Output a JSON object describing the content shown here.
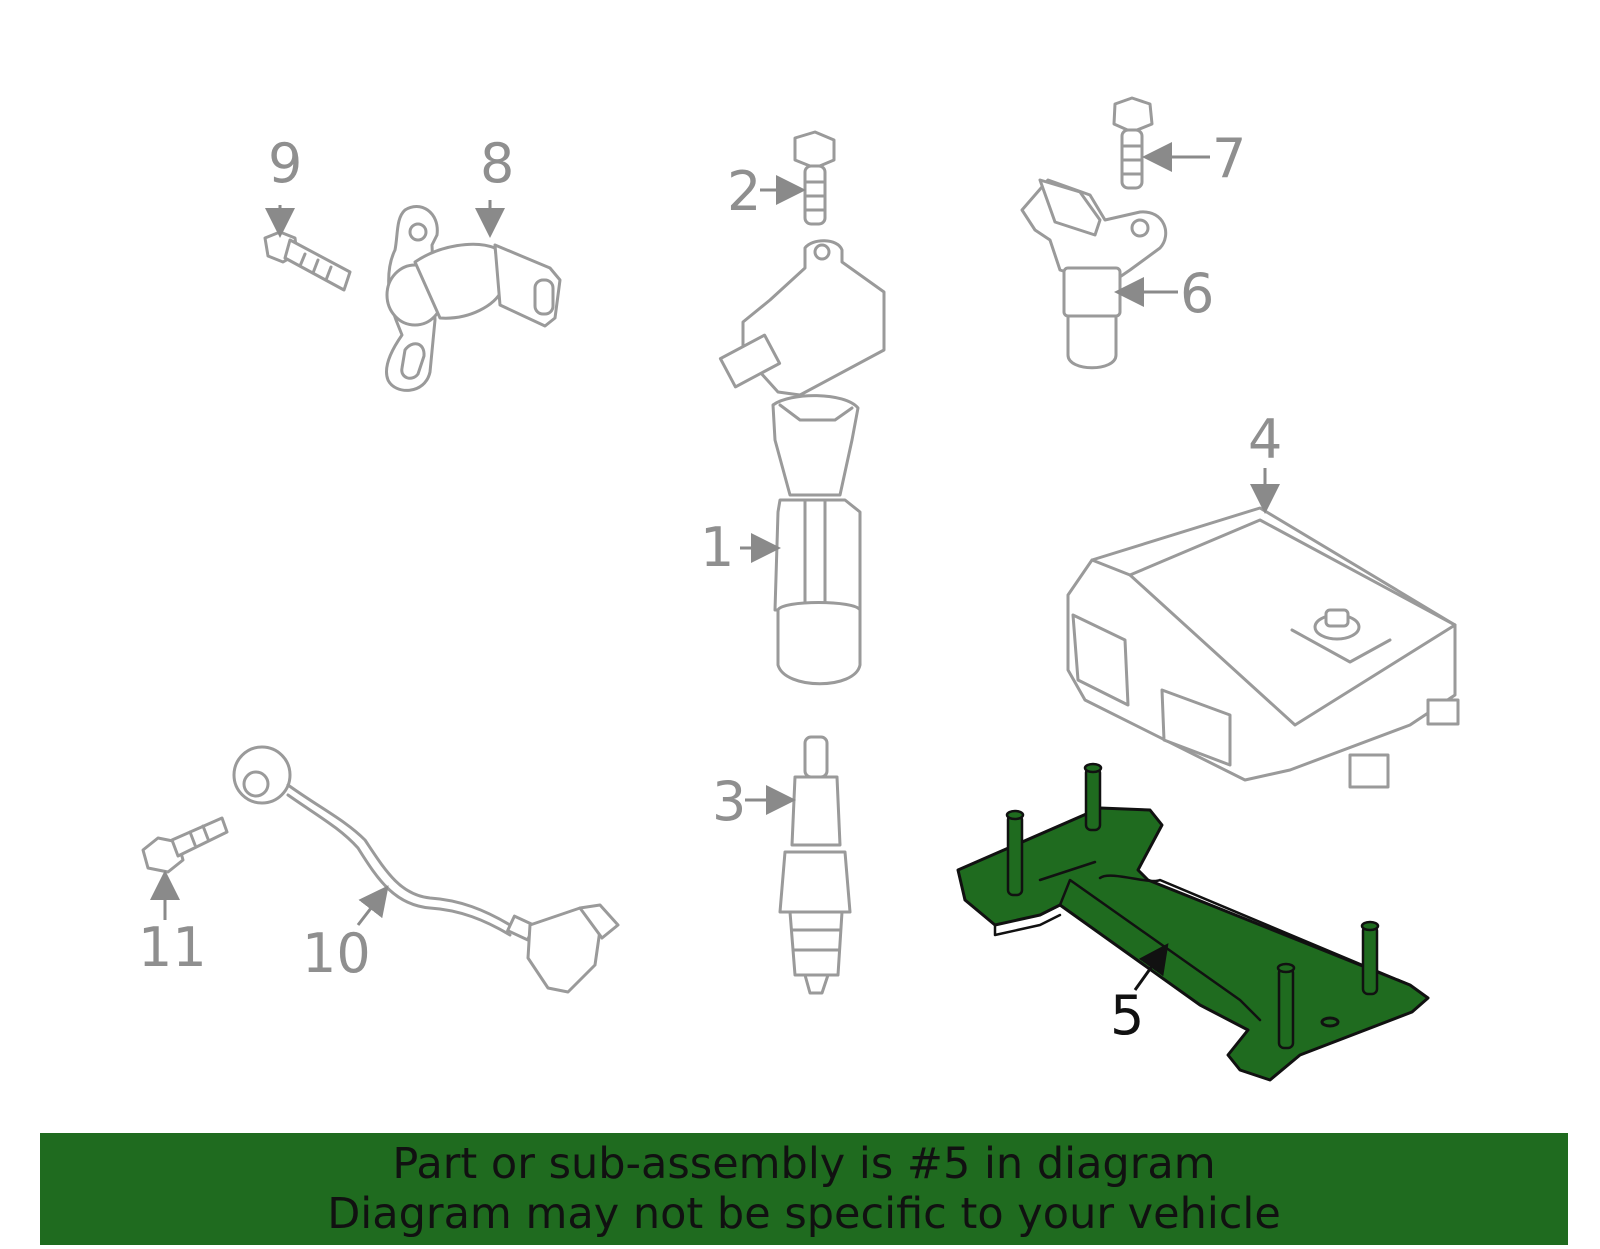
{
  "diagram": {
    "callouts": {
      "c1": "1",
      "c2": "2",
      "c3": "3",
      "c4": "4",
      "c5": "5",
      "c6": "6",
      "c7": "7",
      "c8": "8",
      "c9": "9",
      "c10": "10",
      "c11": "11"
    },
    "highlighted_part": "5",
    "colors": {
      "highlight": "#1f6b1f",
      "part_outline": "#9a9a9a",
      "callout_text": "#8f8f8f"
    }
  },
  "banner": {
    "line1": "Part or sub-assembly is #5 in diagram",
    "line2": "Diagram may not be specific to your vehicle"
  }
}
